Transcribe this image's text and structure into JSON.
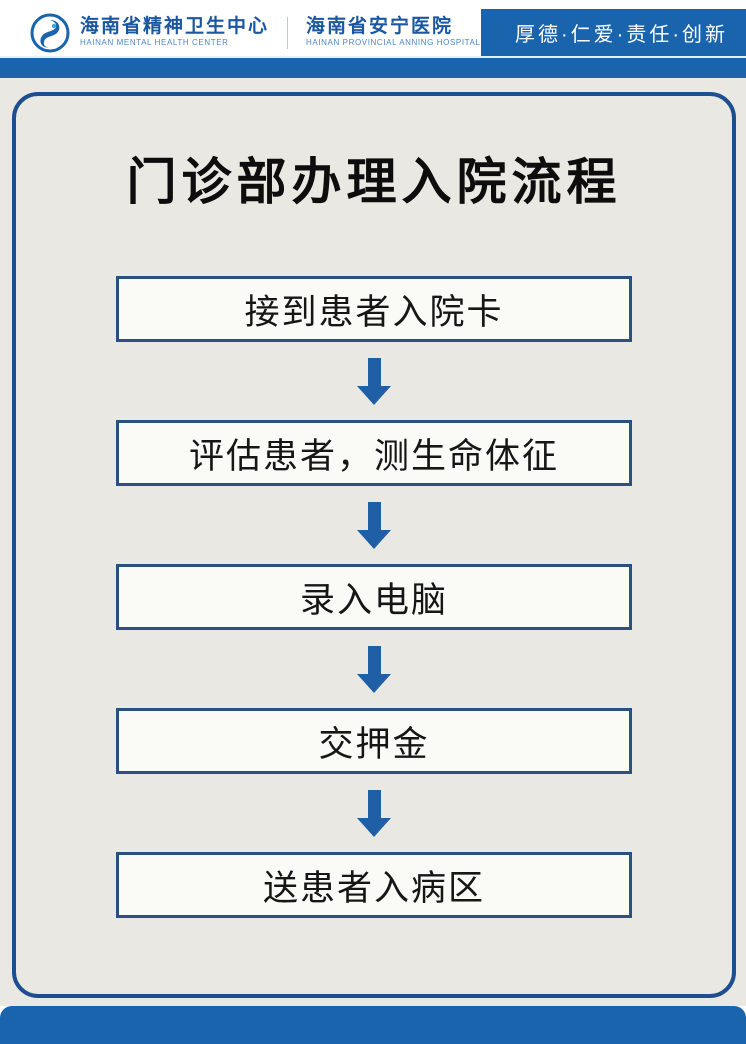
{
  "header": {
    "logo": "hainan-mental-health-center-logo",
    "org1": {
      "name": "海南省精神卫生中心",
      "subtitle": "HAINAN MENTAL HEALTH CENTER"
    },
    "org2": {
      "name": "海南省安宁医院",
      "subtitle": "HAINAN PROVINCIAL ANNING HOSPITAL"
    },
    "motto": "厚德·仁爱·责任·创新"
  },
  "poster": {
    "title": "门诊部办理入院流程",
    "steps": [
      "接到患者入院卡",
      "评估患者，测生命体征",
      "录入电脑",
      "交押金",
      "送患者入病区"
    ]
  },
  "colors": {
    "brand_blue": "#1a63ad",
    "deep_blue": "#1d4e90",
    "box_border": "#2b4f7e",
    "arrow_blue": "#1f5fa6",
    "poster_bg": "#eae8e3",
    "box_bg": "#fafaf7",
    "org_text": "#1a57a0",
    "org_sub_text": "#4b86c4",
    "title_color": "#0d0d0d",
    "motto_text": "#ffffff"
  }
}
